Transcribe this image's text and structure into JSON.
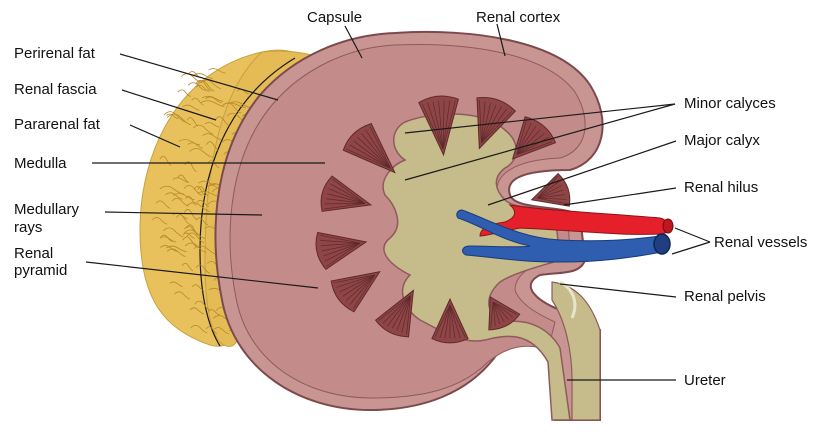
{
  "labels": {
    "capsule": "Capsule",
    "renal_cortex": "Renal cortex",
    "perirenal_fat": "Perirenal fat",
    "renal_fascia": "Renal fascia",
    "pararenal_fat": "Pararenal fat",
    "medulla": "Medulla",
    "medullary_rays_line1": "Medullary",
    "medullary_rays_line2": "rays",
    "renal_pyramid_line1": "Renal",
    "renal_pyramid_line2": "pyramid",
    "minor_calyces": "Minor calyces",
    "major_calyx": "Major calyx",
    "renal_hilus": "Renal hilus",
    "renal_vessels": "Renal vessels",
    "renal_pelvis": "Renal pelvis",
    "ureter": "Ureter"
  },
  "colors": {
    "fat": "#e8c15c",
    "fat_line": "#b8892a",
    "cortex": "#c99593",
    "cortex_edge": "#7c4a4e",
    "pyramid": "#8f4545",
    "pyramid_stripe": "#5e2a2c",
    "sinus": "#c6bb8b",
    "artery": "#e5202a",
    "vein": "#2f5db0"
  }
}
